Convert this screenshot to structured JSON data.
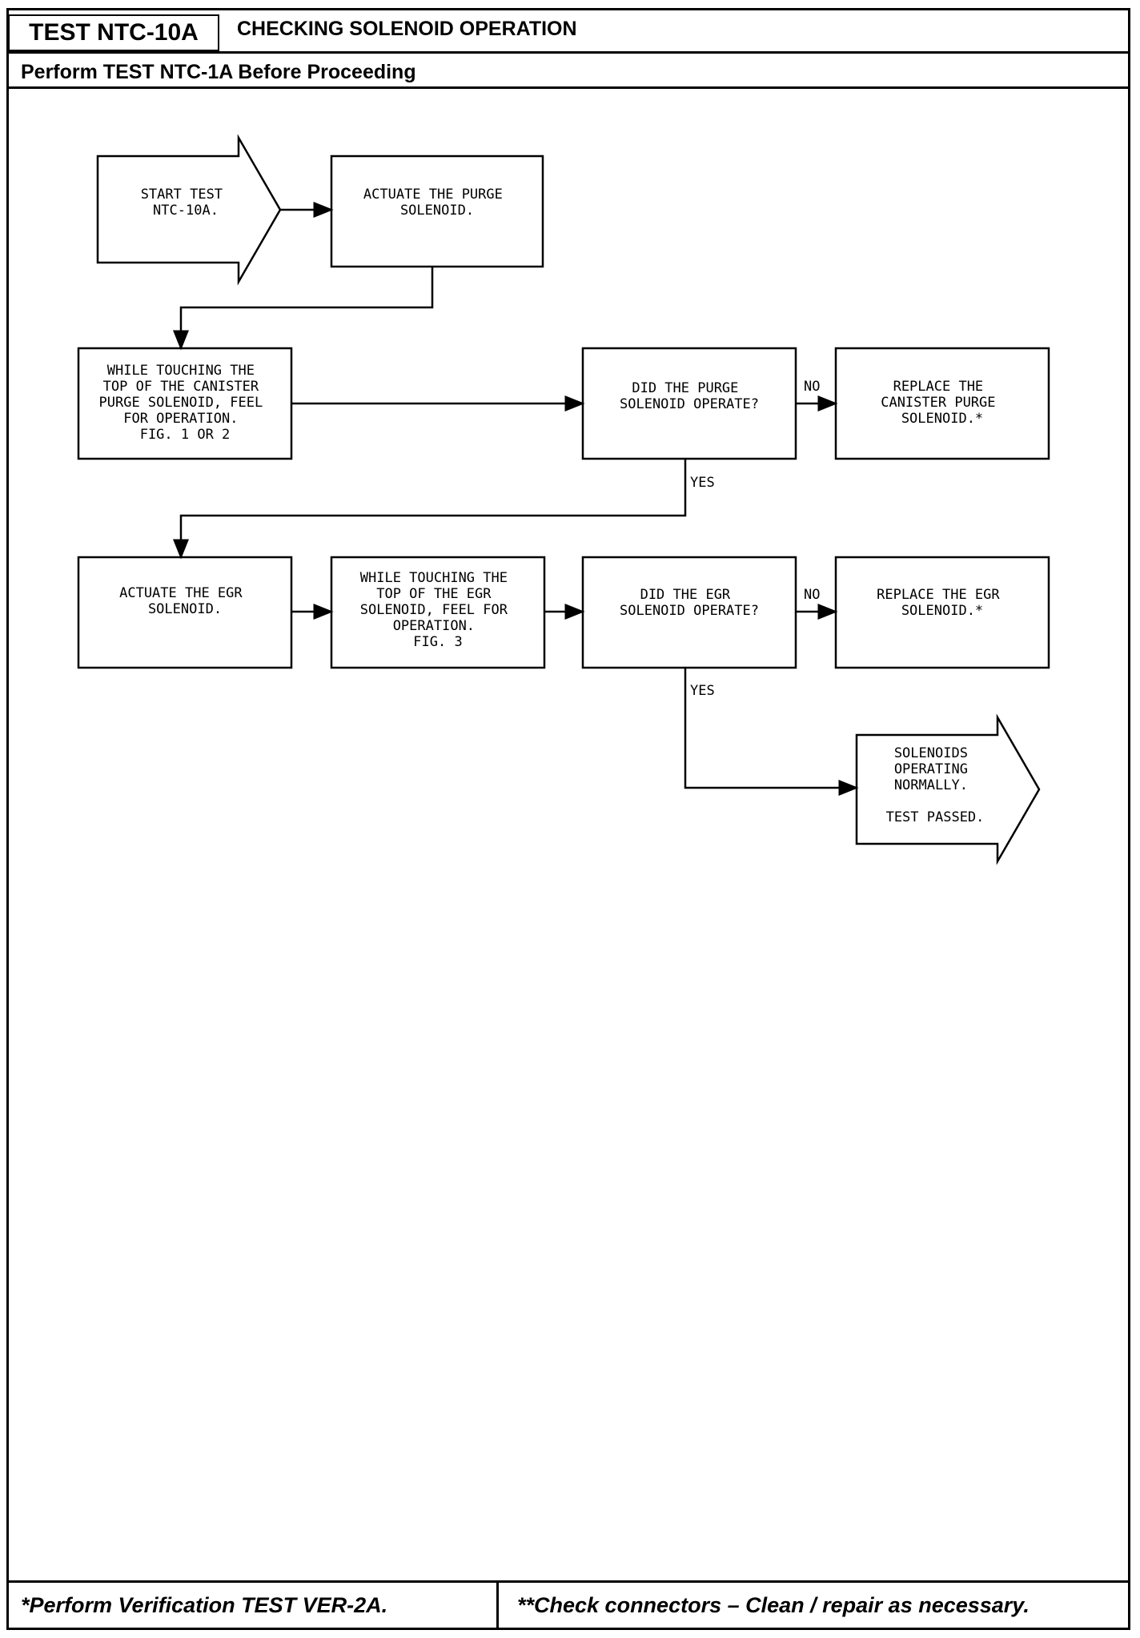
{
  "header": {
    "test_id": "TEST NTC-10A",
    "title": "CHECKING SOLENOID OPERATION",
    "subtitle": "Perform TEST NTC-1A Before Proceeding"
  },
  "flowchart": {
    "start": [
      "START TEST",
      "NTC-10A."
    ],
    "actuate_purge": [
      "ACTUATE THE PURGE",
      "SOLENOID."
    ],
    "touch_canister": [
      "WHILE TOUCHING THE",
      "TOP OF THE CANISTER",
      "PURGE SOLENOID, FEEL",
      "FOR OPERATION.",
      "FIG. 1 OR 2"
    ],
    "purge_operate": [
      "DID THE PURGE",
      "SOLENOID OPERATE?"
    ],
    "replace_canister": [
      "REPLACE THE",
      "CANISTER PURGE",
      "SOLENOID.*"
    ],
    "actuate_egr": [
      "ACTUATE THE EGR",
      "SOLENOID."
    ],
    "touch_egr": [
      "WHILE TOUCHING THE",
      "TOP OF THE EGR",
      "SOLENOID, FEEL FOR",
      "OPERATION.",
      "FIG. 3"
    ],
    "egr_operate": [
      "DID THE EGR",
      "SOLENOID OPERATE?"
    ],
    "replace_egr": [
      "REPLACE THE EGR",
      "SOLENOID.*"
    ],
    "passed": [
      "SOLENOIDS",
      "OPERATING",
      "NORMALLY.",
      "",
      "TEST PASSED."
    ],
    "labels": {
      "no": "NO",
      "yes": "YES"
    }
  },
  "footer": {
    "left": "*Perform Verification TEST VER-2A.",
    "right": "**Check connectors – Clean / repair as necessary."
  }
}
